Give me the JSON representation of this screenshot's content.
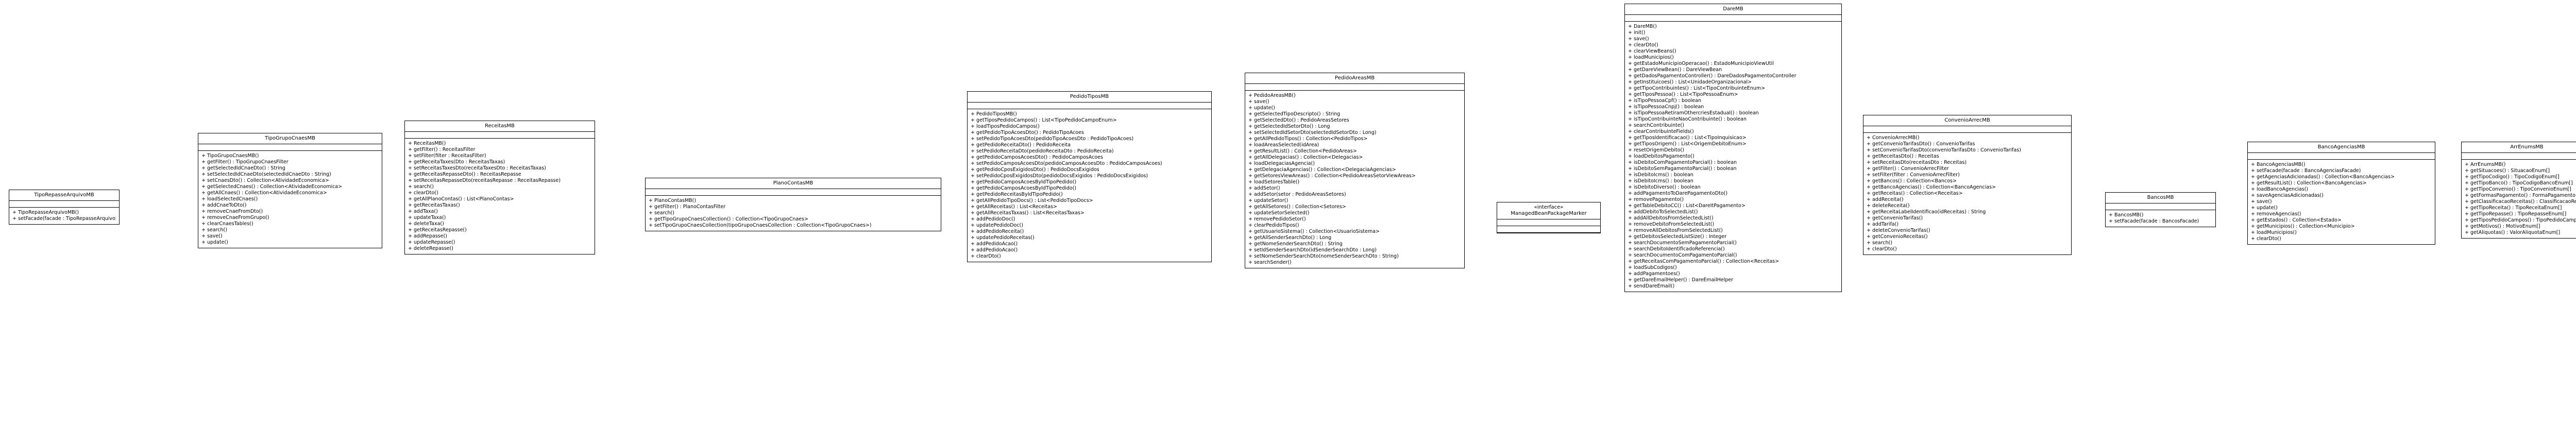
{
  "classes": [
    {
      "name": "TipoRepasseArquivoMB",
      "methods": [
        "+ TipoRepasseArquivoMB()",
        "+ setFacade(facade : TipoRepasseArquivoFacade)"
      ]
    },
    {
      "name": "TipoGrupoCnaesMB",
      "methods": [
        "+ TipoGrupoCnaesMB()",
        "+ getFilter() : TipoGrupoCnaesFilter",
        "+ getSelectedIdCnaeDto() : String",
        "+ setSelectedIdCnaeDto(selectedIdCnaeDto : String)",
        "+ setCnaesDto() : Collection<AtividadeEconomica>",
        "+ getSelectedCnaes() : Collection<AtividadeEconomica>",
        "+ getAllCnaes() : Collection<AtividadeEconomica>",
        "+ loadSelectedCnaes()",
        "+ addCnaeToDto()",
        "+ removeCnaeFromDto()",
        "+ removeCnaeFromGrupo()",
        "+ clearCnaesTables()",
        "+ search()",
        "+ save()",
        "+ update()"
      ]
    },
    {
      "name": "ReceitasMB",
      "methods": [
        "+ ReceitasMB()",
        "+ getFilter() : ReceitasFilter",
        "+ setFilter(filter : ReceitasFilter)",
        "+ getReceitaTaxes(Dto : ReceitasTaxas)",
        "+ setReceitasTaxesDto(receitaTaxesDto : ReceitasTaxas)",
        "+ getReceitasRepasseDto() : ReceitasRepasse",
        "+ setReceitasRepasseDto(receitasRepasse : ReceitasRepasse)",
        "+ search()",
        "+ clearDto()",
        "+ getAllPlanoContas() : List<PlanoContas>",
        "+ getReceitasTaxas()",
        "+ addTaxa()",
        "+ updateTaxa()",
        "+ deleteTaxa()",
        "+ getReceitasRepasse()",
        "+ addRepasse()",
        "+ updateRepasse()",
        "+ deleteRepasse()"
      ]
    },
    {
      "name": "PlanoContasMB",
      "methods": [
        "+ PlanoContasMB()",
        "+ getFilter() : PlanoContasFilter",
        "+ search()",
        "+ getTipoGrupoCnaesCollection() : Collection<TipoGrupoCnaes>",
        "+ setTipoGrupoCnaesCollection(tipoGrupoCnaesCollection : Collection<TipoGrupoCnaes>)"
      ]
    },
    {
      "name": "PedidoTiposMB",
      "methods": [
        "+ PedidoTiposMB()",
        "+ getTiposPedidoCampos() : List<TipoPedidoCampoEnum>",
        "+ loadTiposPedidoCampos()",
        "+ getPedidoTipoAcoesDto() : PedidoTipoAcoes",
        "+ setPedidoTipoAcoesDto(pedidoTipoAcoesDto : PedidoTipoAcoes)",
        "+ getPedidoReceitaDto() : PedidoReceita",
        "+ setPedidoReceitaDto(pedidoReceitaDto : PedidoReceita)",
        "+ getPedidoCamposAcoesDto() : PedidoCamposAcoes",
        "+ setPedidoCamposAcoesDto(pedidoCamposAcoesDto : PedidoCamposAcoes)",
        "+ getPedidoCposExigidosDto() : PedidoDocsExigidos",
        "+ setPedidoCposExigidosDto(pedidoDocsExigidos : PedidoDocsExigidos)",
        "+ getPedidoCamposAcoesByIdTipoPedido()",
        "+ getPedidoCamposAcoesByIdTipoPedido()",
        "+ getPedidoReceitasByIdTipoPedido()",
        "+ getAllPedidoTipoDocs() : List<PedidoTipoDocs>",
        "+ getAllReceitas() : List<Receitas>",
        "+ getAllReceitasTaxas() : List<ReceitasTaxas>",
        "+ addPedidoDoc()",
        "+ updatePedidoDoc()",
        "+ addPedidoReceita()",
        "+ updatePedidoReceitas()",
        "+ addPedidoAcao()",
        "+ addPedidoAcao()",
        "+ clearDto()"
      ]
    },
    {
      "name": "PedidoAreasMB",
      "methods": [
        "+ PedidoAreasMB()",
        "+ save()",
        "+ update()",
        "+ getSelectedTipoDescripto() : String",
        "+ getSelectedDto() : PedidoAreasSetores",
        "+ getSelectedIdSetorDto() : Long",
        "+ setSelectedIdSetorDto(selectedIdSetorDto : Long)",
        "+ getAllPedidoTipos() : Collection<PedidoTipos>",
        "+ loadAreasSelected(idArea)",
        "+ getResultList() : Collection<PedidoAreas>",
        "+ getAllDelegacias() : Collection<Delegacias>",
        "+ loadDelegaciasAgencia()",
        "+ getDelegaciaAgencias() : Collection<DelegaciaAgencias>",
        "+ getSetoresViewAreas() : Collection<PedidoAreasSetorViewAreas>",
        "+ loadSetoresTable()",
        "+ addSetor()",
        "+ addSetor(setor : PedidoAreasSetores)",
        "+ updateSetor()",
        "+ getAllSetores() : Collection<Setores>",
        "+ updateSetorSelected()",
        "+ removePedidoSetor()",
        "+ clearPedidoTipos()",
        "+ getUsuarioSistema() : Collection<UsuarioSistema>",
        "+ getAllSenderSearchDto() : Long",
        "+ getNomeSenderSearchDto() : String",
        "+ setIdSenderSearchDto(idSenderSearchDto : Long)",
        "+ setNomeSenderSearchDto(nomeSenderSearchDto : String)",
        "+ searchSender()"
      ]
    },
    {
      "name": "«interface»\nManagedBeanPackageMarker",
      "methods": []
    },
    {
      "name": "DareMB",
      "methods": [
        "+ DareMB()",
        "+ init()",
        "+ save()",
        "+ clearDto()",
        "+ clearViewBeans()",
        "+ loadMunicipios()",
        "+ getEstadoMunicipioOperacao() : EstadoMunicipioViewUtil",
        "+ getDareViewBean() : DareViewBean",
        "+ getDadosPagamentoController() : DareDadosPagamentoController",
        "+ getInstituicoes() : List<UnidadeOrganizacional>",
        "+ getTipoContribuintes() : List<TipoContribuinteEnum>",
        "+ getTiposPessoa() : List<TipoPessoaEnum>",
        "+ isTipoPessoaCpf() : boolean",
        "+ isTipoPessoaCnpj() : boolean",
        "+ isTipoPessoaRetiramOthercriesEstadual() : boolean",
        "+ isTipoContribuinteNaoContribuinte() : boolean",
        "+ searchContribuinte()",
        "+ clearContribuinteFields()",
        "+ getTiposIdentificacao() : List<TipoInquisicao>",
        "+ getTiposOrigem() : List<OrigemDebitoEnum>",
        "+ resetOrigemDebito()",
        "+ loadDebitosPagamento()",
        "+ isDebitoComPagamentoParcial() : boolean",
        "+ isDebitoSemPagamentoParcial() : boolean",
        "+ isDebitoIcms() : boolean",
        "+ isDebitoIcms() : boolean",
        "+ isDebitoDiverso() : boolean",
        "+ addPagamentoToDarePagamentoDto()",
        "+ removePagamento()",
        "+ getTableDebitoCC() : List<DareItPagamento>",
        "+ addDebitoToSelectedList()",
        "+ addAllDebitosFromSelectedList()",
        "+ removeDebitoFromSelectedList()",
        "+ removeAllDebitosFromSelectedList()",
        "+ getDebitosSelectedListSize() : Integer",
        "+ searchDocumentoSemPagamentoParcial()",
        "+ searchDebitoIdentificadoReferencia()",
        "+ searchDocumentoComPagamentoParcial()",
        "+ getReceitasComPagamentoParcial() : Collection<Receitas>",
        "+ loadSubCodigos()",
        "+ addPagamentoes()",
        "+ getDareEmailHelper() : DareEmailHelper",
        "+ sendDareEmail()"
      ]
    },
    {
      "name": "ConvenioArrecMB",
      "methods": [
        "+ ConvenioArrecMB()",
        "+ getConvenioTarifasDto() : ConvenioTarifas",
        "+ setConvenioTarifasDto(convenioTarifasDto : ConvenioTarifas)",
        "+ getReceitasDto() : Receitas",
        "+ setReceitasDto(receitasDto : Receitas)",
        "+ getFilter() : ConvenioArrecFilter",
        "+ setFilter(filter : ConvenioArrecFilter)",
        "+ getBancos() : Collection<Bancos>",
        "+ getBancoAgencias() : Collection<BancoAgencias>",
        "+ getReceitas() : Collection<Receitas>",
        "+ addReceita()",
        "+ deleteReceita()",
        "+ getReceitaLabelIdentificao(idReceitas) : String",
        "+ getConvenioTarifas()",
        "+ addTarifa()",
        "+ deleteConvenioTarifas()",
        "+ getConvenioReceitas()",
        "+ search()",
        "+ clearDto()"
      ]
    },
    {
      "name": "BancosMB",
      "methods": [
        "+ BancosMB()",
        "+ setFacade(facade : BancosFacade)"
      ]
    },
    {
      "name": "BancoAgenciasMB",
      "methods": [
        "+ BancoAgenciasMB()",
        "+ setFacade(facade : BancoAgenciasFacade)",
        "+ getAgenciasAdicionadas() : Collection<BancoAgencias>",
        "+ getResultList() : Collection<BancoAgencias>",
        "+ loadBancoAgencias()",
        "+ saveAgenciasAdicionadas()",
        "+ save()",
        "+ update()",
        "+ removeAgencias()",
        "+ getEstados() : Collection<Estado>",
        "+ getMunicipios() : Collection<Municipio>",
        "+ loadMunicipios()",
        "+ clearDto()"
      ]
    },
    {
      "name": "ArrEnumsMB",
      "methods": [
        "+ ArrEnumsMB()",
        "+ getSituacoes() : SituacaoEnum[]",
        "+ getTipoCodigo() : TipoCodigoEnum[]",
        "+ getTipoBanco() : TipoCodigoBancoEnum[]",
        "+ getTipoConvenio() : TipoConvenioEnum[]",
        "+ getFormasPagamento() : FormaPagamentoEnum[]",
        "+ getClassificacaoReceitas() : ClassificacaoReceitaEnum[]",
        "+ getTipoReceita() : TipoReceitaEnum[]",
        "+ getTipoRepasse() : TipoRepasseEnum[]",
        "+ getTiposPedidoCampos() : TipoPedidoCampoEnum[]",
        "+ getMotivos() : MotivoEnum[]",
        "+ getAliquotas() : ValorAliquotaEnum[]"
      ]
    }
  ]
}
